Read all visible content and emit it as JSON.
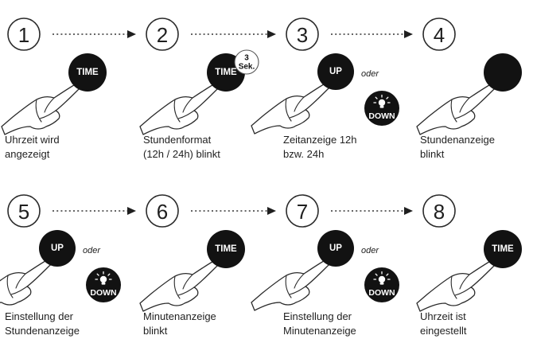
{
  "steps": [
    {
      "number": "1",
      "buttons": [
        {
          "label": "TIME",
          "kind": "time"
        }
      ],
      "caption": [
        "Uhrzeit wird",
        "angezeigt"
      ]
    },
    {
      "number": "2",
      "buttons": [
        {
          "label": "TIME",
          "kind": "time-hold"
        }
      ],
      "hold_badge": {
        "line1": "3",
        "line2": "Sek."
      },
      "caption": [
        "Stundenformat",
        "(12h / 24h) blinkt"
      ]
    },
    {
      "number": "3",
      "buttons": [
        {
          "label": "UP",
          "kind": "up"
        },
        {
          "label": "DOWN",
          "kind": "down"
        }
      ],
      "or_label": "oder",
      "caption": [
        "Zeitanzeige 12h",
        "bzw. 24h"
      ]
    },
    {
      "number": "4",
      "buttons": [
        {
          "label": "",
          "kind": "blank"
        }
      ],
      "caption": [
        "Stundenanzeige",
        "blinkt"
      ]
    },
    {
      "number": "5",
      "buttons": [
        {
          "label": "UP",
          "kind": "up"
        },
        {
          "label": "DOWN",
          "kind": "down"
        }
      ],
      "or_label": "oder",
      "caption": [
        "Einstellung der",
        "Stundenanzeige"
      ]
    },
    {
      "number": "6",
      "buttons": [
        {
          "label": "TIME",
          "kind": "time"
        }
      ],
      "caption": [
        "Minutenanzeige",
        "blinkt"
      ]
    },
    {
      "number": "7",
      "buttons": [
        {
          "label": "UP",
          "kind": "up"
        },
        {
          "label": "DOWN",
          "kind": "down"
        }
      ],
      "or_label": "oder",
      "caption": [
        "Einstellung der",
        "Minutenanzeige"
      ]
    },
    {
      "number": "8",
      "buttons": [
        {
          "label": "TIME",
          "kind": "time"
        }
      ],
      "caption": [
        "Uhrzeit ist",
        "eingestellt"
      ]
    }
  ],
  "icons": {
    "arrow": "dotted-arrow-right-icon",
    "hand": "pointing-hand-icon",
    "light": "light-bulb-icon"
  },
  "colors": {
    "button": "#121212",
    "button_text": "#ffffff",
    "outline": "#2a2a2a"
  }
}
